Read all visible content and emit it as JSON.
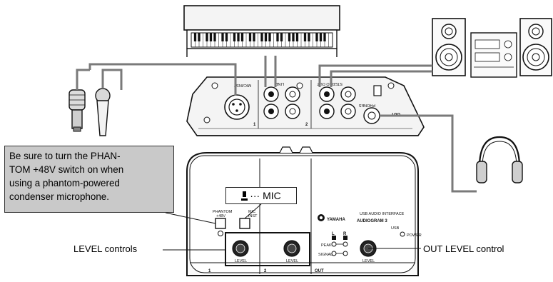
{
  "callout": {
    "lines": [
      "Be sure to turn the   PHAN-",
      "TOM +48V switch on when",
      "using a phantom-powered",
      "condenser microphone."
    ]
  },
  "mic_switch_label": "··· MIC",
  "labels": {
    "level_controls": "LEVEL controls",
    "out_level_control": "OUT LEVEL control"
  },
  "front_panel": {
    "brand": "YAMAHA",
    "product_line": "USB AUDIO INTERFACE",
    "product_name": "AUDIOGRAM 3",
    "phantom_label": "PHANTOM",
    "phantom_voltage": "+48V",
    "mic_inst_mic": "MIC",
    "mic_inst_inst": "INST",
    "usb_label": "USB",
    "power_label": "POWER",
    "peak_label": "PEAK",
    "signal_label": "SIGNAL",
    "level_knob_label": "LEVEL",
    "channel_1": "1",
    "channel_2": "2",
    "out_section": "OUT",
    "meter_l": "L",
    "meter_r": "R"
  },
  "rear_panel": {
    "mic_inst": "MIC/INST",
    "line": "LINE",
    "stereo_out": "STEREO OUT",
    "phones": "PHONES",
    "out": "OUT",
    "ch1": "1",
    "ch2": "2"
  }
}
